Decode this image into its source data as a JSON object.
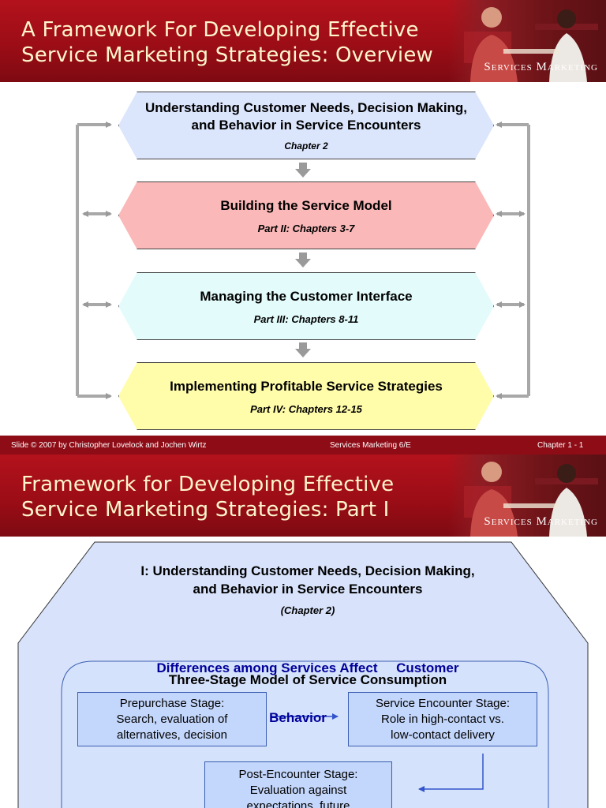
{
  "slide1": {
    "title_line1": "A Framework For Developing Effective",
    "title_line2": "Service Marketing Strategies: Overview",
    "brand": "Services Marketing",
    "boxes": [
      {
        "title_line1": "Understanding Customer Needs, Decision Making,",
        "title_line2": "and Behavior in Service Encounters",
        "sub": "Chapter 2",
        "color": "#dbe5fc"
      },
      {
        "title_line1": "Building the Service Model",
        "title_line2": "",
        "sub": "Part II: Chapters 3-7",
        "color": "#fbb8b8"
      },
      {
        "title_line1": "Managing the Customer Interface",
        "title_line2": "",
        "sub": "Part III: Chapters 8-11",
        "color": "#e3fbfb"
      },
      {
        "title_line1": "Implementing Profitable Service Strategies",
        "title_line2": "",
        "sub": "Part IV: Chapters 12-15",
        "color": "#fffcaa"
      }
    ]
  },
  "footer": {
    "left": "Slide © 2007 by Christopher Lovelock and Jochen Wirtz",
    "center": "Services Marketing 6/E",
    "right": "Chapter 1 - 1"
  },
  "slide2": {
    "title_line1": "Framework for Developing Effective",
    "title_line2": "Service Marketing Strategies: Part I",
    "brand": "Services Marketing",
    "heading_line1": "I: Understanding Customer Needs, Decision Making,",
    "heading_line2": "and Behavior in Service Encounters",
    "chapter": "(Chapter 2)",
    "differences_line1": "Differences among Services Affect     Customer",
    "differences_line2": "Behavior",
    "model_title": "Three-Stage Model of Service Consumption",
    "stages": {
      "prepurchase": [
        "Prepurchase Stage:",
        "Search, evaluation of",
        "alternatives, decision"
      ],
      "encounter": [
        "Service Encounter Stage:",
        "Role in high-contact vs.",
        "low-contact delivery"
      ],
      "post": [
        "Post-Encounter Stage:",
        "Evaluation against",
        "expectations, future"
      ]
    },
    "colors": {
      "outer": "#d8e3fb",
      "inner": "#d5e2fb",
      "stage": "#c3d6fb",
      "accent": "#000099"
    }
  }
}
